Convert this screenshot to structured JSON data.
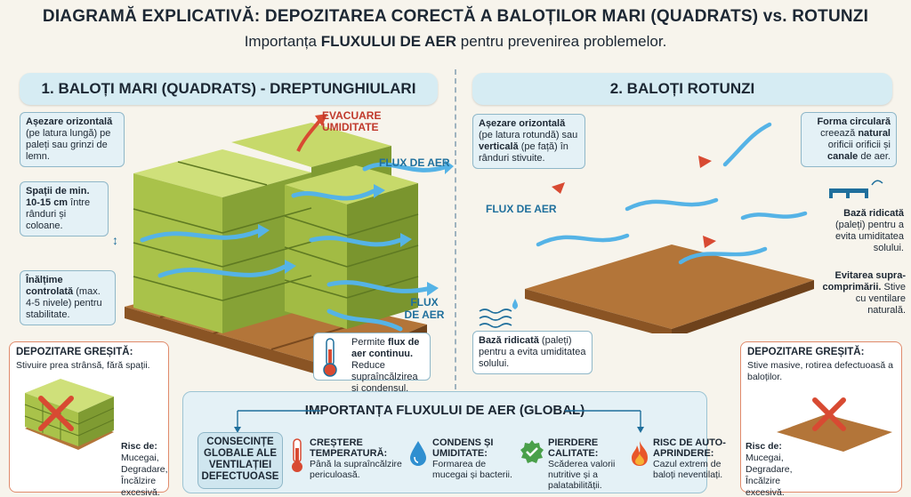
{
  "header": {
    "title": "DIAGRAMĂ EXPLICATIVĂ: DEPOZITAREA CORECTĂ A BALOȚILOR MARI (QUADRATS) vs. ROTUNZI",
    "subtitle_pre": "Importanța ",
    "subtitle_bold": "FLUXULUI DE AER",
    "subtitle_post": " pentru prevenirea problemelor."
  },
  "left": {
    "heading": "1. BALOȚI MARI (QUADRATS) - DREPTUNGHIULARI",
    "callout1": {
      "b": "Așezare orizontală",
      "t": " (pe latura lungă) pe paleți sau grinzi de lemn."
    },
    "callout2": {
      "b1": "Spații de min. 10-15 cm",
      "t": " între rânduri și coloane."
    },
    "callout3": {
      "b": "Înălțime controlată",
      "t": " (max. 4-5 nivele) pentru stabilitate."
    },
    "evac": "EVACUARE UMIDITATE",
    "flux1": "FLUX DE AER",
    "flux2": "FLUX DE AER",
    "permite": {
      "pre": "Permite ",
      "b": "flux de aer continuu.",
      "post": " Reduce supraîncălzirea și condensul."
    },
    "wrong": {
      "title": "DEPOZITARE GREȘITĂ:",
      "text": "Stivuire prea strânsă, fără spații.",
      "risk_title": "Risc de:",
      "risk_text": "Mucegai, Degradare, Încălzire excesivă."
    }
  },
  "right": {
    "heading": "2. BALOȚI ROTUNZI",
    "callout1": {
      "b1": "Așezare orizontală",
      "t1": " (pe latura rotundă) sau ",
      "b2": "verticală",
      "t2": " (pe față) în rânduri stivuite."
    },
    "callout2": {
      "b1": "Forma circulară",
      "t1": " creează ",
      "b2": "natural",
      "t2": " orificii orificii și ",
      "b3": "canale",
      "t3": " de aer."
    },
    "flux": "FLUX DE AER",
    "base1": {
      "b": "Bază ridicată",
      "t": " (paleți) pentru a evita umiditatea solului."
    },
    "base2": {
      "b": "Bază ridicată",
      "t": " (paleți) pentru a evita umiditatea solului."
    },
    "evitare": {
      "b": "Evitarea supra-comprimării.",
      "t": " Stive cu ventilare naturală."
    },
    "wrong": {
      "title": "DEPOZITARE GREȘITĂ:",
      "text": "Stive masive, rotirea defectuoasă a baloților.",
      "risk_title": "Risc de:",
      "risk_text": "Mucegai, Degradare, Încălzire excesivă."
    }
  },
  "global": {
    "title": "IMPORTANȚA FLUXULUI DE AER (GLOBAL)",
    "cons": "CONSECINȚE GLOBALE ALE VENTILAȚIEI DEFECTUOASE",
    "items": [
      {
        "title": "CREȘTERE TEMPERATURĂ:",
        "text": "Până la supraîncălzire periculoasă."
      },
      {
        "title": "CONDENS ȘI UMIDITATE:",
        "text": "Formarea de mucegai și bacterii."
      },
      {
        "title": "PIERDERE CALITATE:",
        "text": "Scăderea valorii nutritive și a palatabilității."
      },
      {
        "title": "RISC DE AUTO-APRINDERE:",
        "text": "Cazul extrem de baloți neventilați."
      }
    ]
  },
  "colors": {
    "hay": "#a9c24a",
    "hay_dark": "#6f8a2a",
    "pallet": "#a0652e",
    "air": "#55b3e6",
    "red": "#d84a32",
    "panel": "#e4f1f6"
  }
}
